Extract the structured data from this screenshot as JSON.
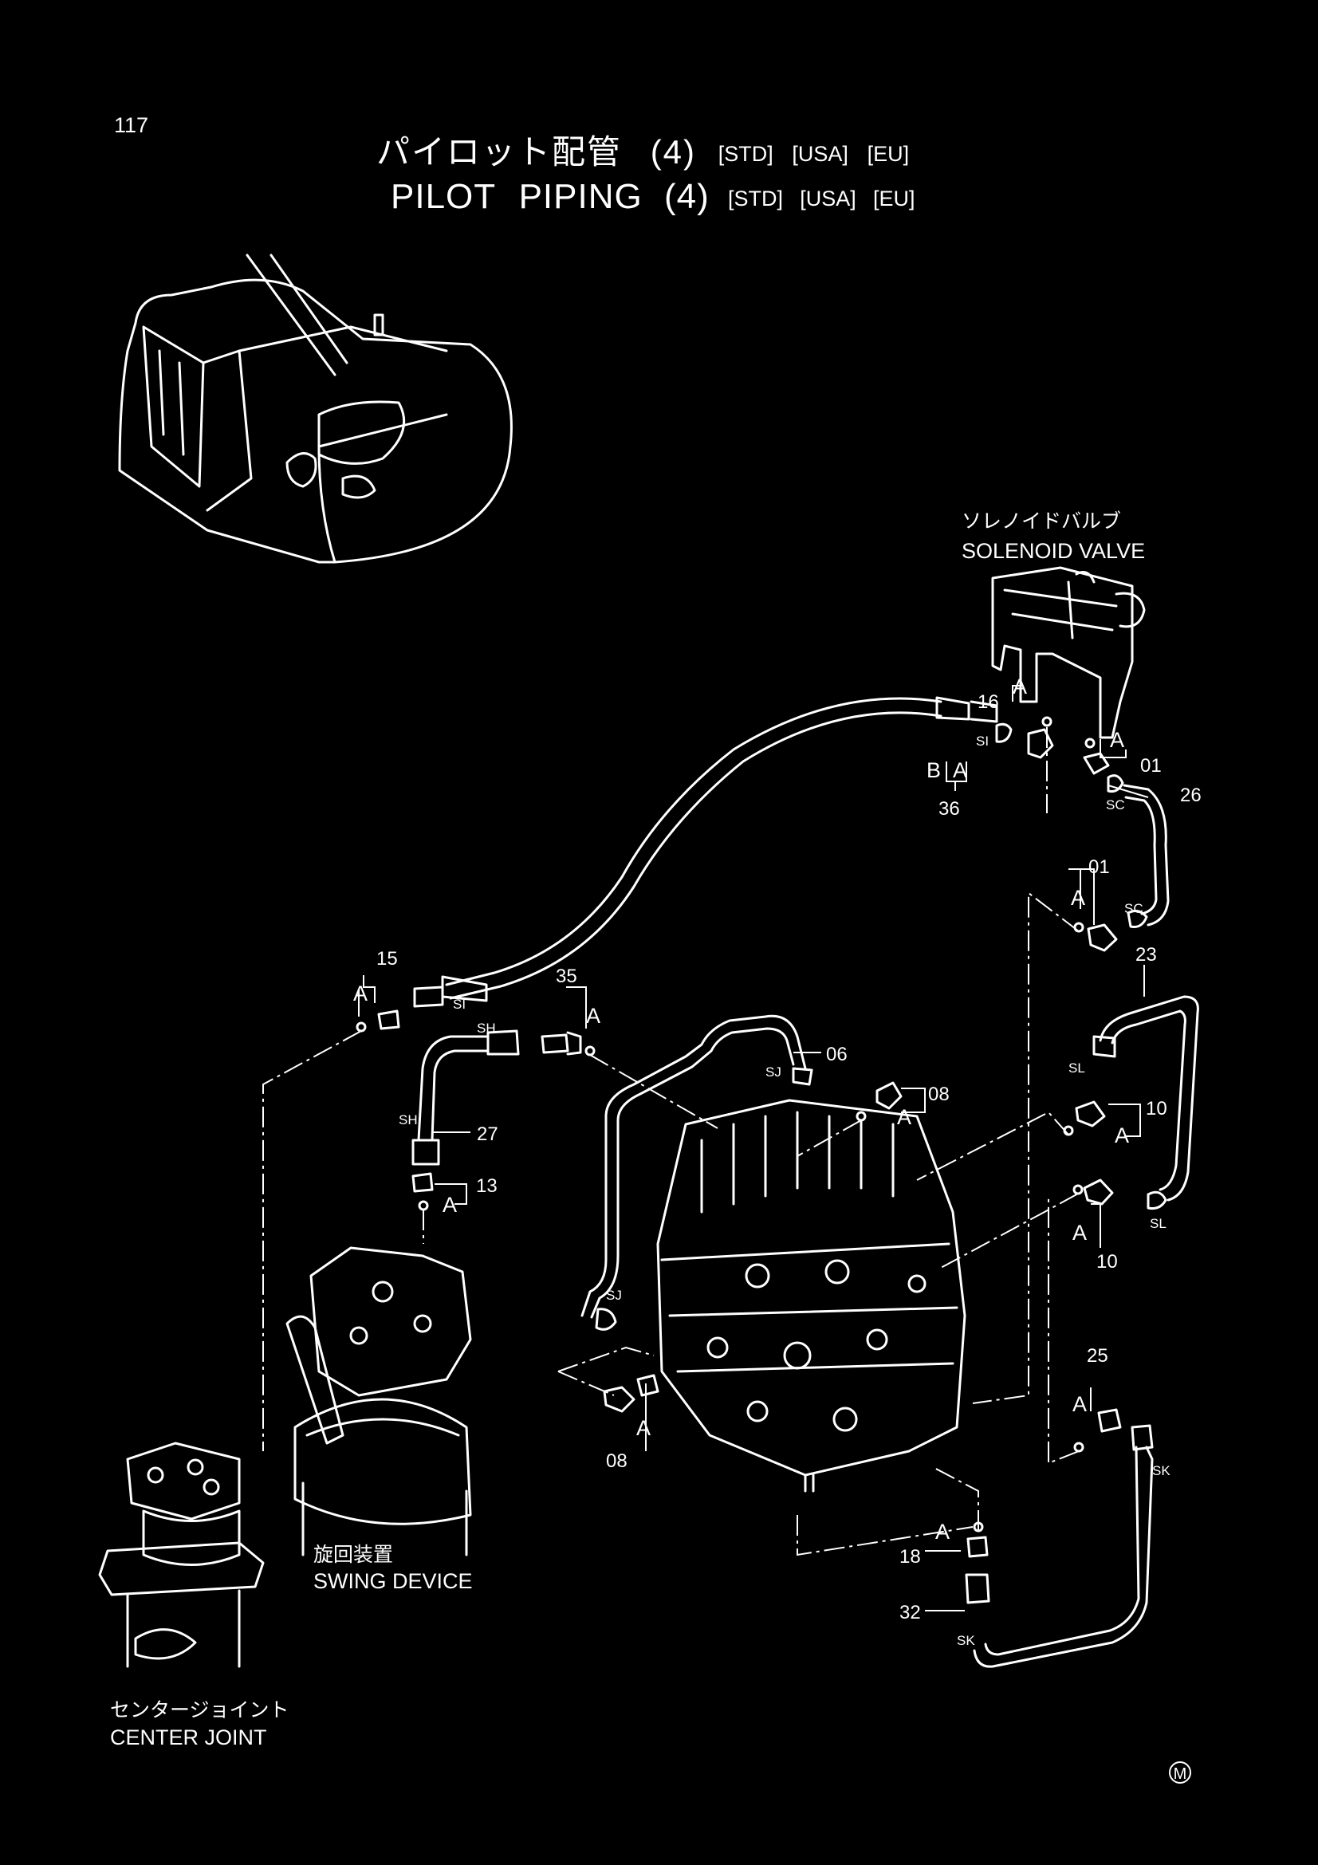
{
  "page_number": "117",
  "title": {
    "japanese": "パイロット配管",
    "english": "PILOT PIPING",
    "number": "(4)",
    "tags": [
      "[STD]",
      "[USA]",
      "[EU]"
    ]
  },
  "components": {
    "solenoid_valve": {
      "japanese": "ソレノイドバルブ",
      "english": "SOLENOID VALVE"
    },
    "swing_device": {
      "japanese": "旋回装置",
      "english": "SWING DEVICE"
    },
    "center_joint": {
      "japanese": "センタージョイント",
      "english": "CENTER JOINT"
    }
  },
  "part_callouts": [
    "01",
    "01",
    "06",
    "08",
    "08",
    "10",
    "10",
    "13",
    "15",
    "16",
    "18",
    "23",
    "25",
    "26",
    "27",
    "32",
    "35",
    "36"
  ],
  "port_labels": [
    "SI",
    "SI",
    "SC",
    "SC",
    "SH",
    "SH",
    "SJ",
    "SJ",
    "SL",
    "SL",
    "SK",
    "SK"
  ],
  "detail_letters": [
    "A",
    "B"
  ],
  "mark_symbol": "M"
}
